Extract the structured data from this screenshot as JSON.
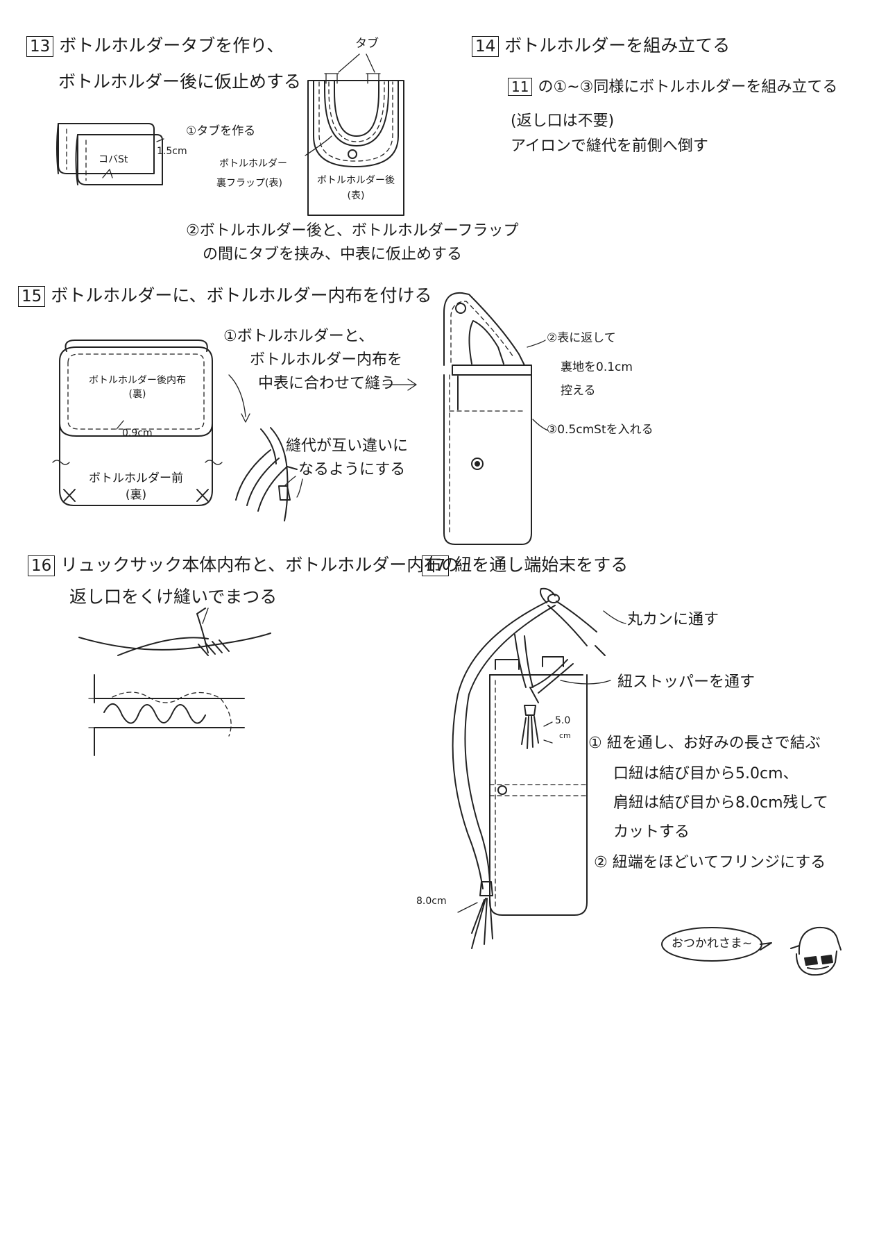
{
  "step13": {
    "number": "13",
    "title_line1": "ボトルホルダータブを作り、",
    "title_line2": "ボトルホルダー後に仮止めする",
    "note1": "①タブを作る",
    "dim": "1.5cm",
    "stitch": "コバSt",
    "tab_label": "タブ",
    "flap_label_line1": "ボトルホルダー",
    "flap_label_line2": "裏フラップ(表)",
    "back_label_line1": "ボトルホルダー後",
    "back_label_line2": "(表)",
    "note2_line1": "②ボトルホルダー後と、ボトルホルダーフラップ",
    "note2_line2": "の間にタブを挟み、中表に仮止めする"
  },
  "step14": {
    "number": "14",
    "title": "ボトルホルダーを組み立てる",
    "ref": "11",
    "line1": "の①~③同様にボトルホルダーを組み立てる",
    "line2": "(返し口は不要)",
    "line3": "アイロンで縫代を前側へ倒す"
  },
  "step15": {
    "number": "15",
    "title": "ボトルホルダーに、ボトルホルダー内布を付ける",
    "inner_label_line1": "ボトルホルダー後内布",
    "inner_label_line2": "(裏)",
    "seam": "0.9cm",
    "front_label_line1": "ボトルホルダー前",
    "front_label_line2": "(裏)",
    "note1_line1": "①ボトルホルダーと、",
    "note1_line2": "ボトルホルダー内布を",
    "note1_line3": "中表に合わせて縫う",
    "note_b_line1": "縫代が互い違いに",
    "note_b_line2": "なるようにする",
    "note2_line1": "②表に返して",
    "note2_line2": "裏地を0.1cm",
    "note2_line3": "控える",
    "note3": "③0.5cmStを入れる"
  },
  "step16": {
    "number": "16",
    "title_line1": "リュックサック本体内布と、ボトルホルダー内布の",
    "title_line2": "返し口をくけ縫いでまつる"
  },
  "step17": {
    "number": "17",
    "title": "紐を通し端始末をする",
    "label_ring": "丸カンに通す",
    "label_stopper": "紐ストッパーを通す",
    "dim_top": "5.0",
    "dim_top_unit": "cm",
    "dim_bottom": "8.0cm",
    "note1_line1": "① 紐を通し、お好みの長さで結ぶ",
    "note1_line2": "口紐は結び目から5.0cm、",
    "note1_line3": "肩紐は結び目から8.0cm残して",
    "note1_line4": "カットする",
    "note2": "② 紐端をほどいてフリンジにする",
    "closing": "おつかれさま~"
  }
}
